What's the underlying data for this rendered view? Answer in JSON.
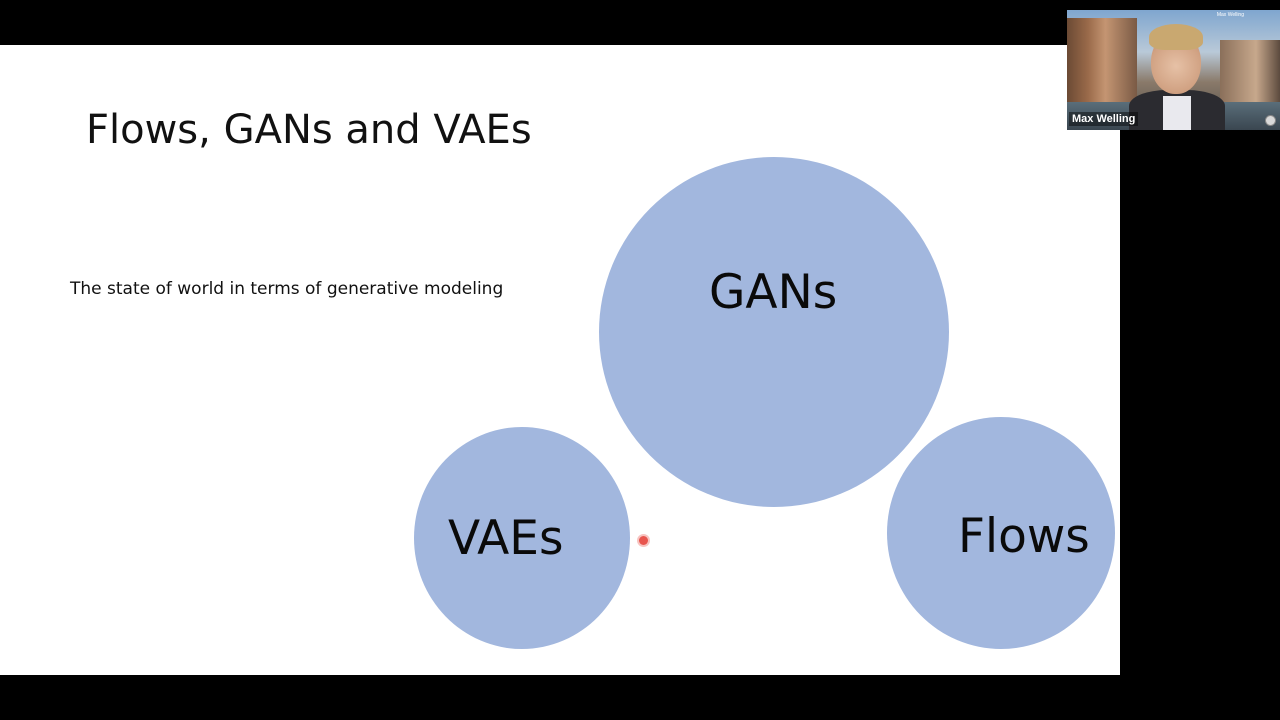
{
  "slide": {
    "title": "Flows, GANs and VAEs",
    "subtitle": "The state of world in terms of generative modeling",
    "bubbles": {
      "gans": "GANs",
      "vaes": "VAEs",
      "flows": "Flows"
    }
  },
  "video": {
    "participant_name": "Max Welling",
    "participant_name_small": "Max Welling"
  },
  "icons": {
    "laser_pointer": "laser-pointer-dot",
    "tile_menu": "tile-options-icon"
  },
  "colors": {
    "background": "#000000",
    "slide_background": "#ffffff",
    "bubble": "#a2b7de",
    "text": "#111111",
    "laser": "#e8554e"
  }
}
